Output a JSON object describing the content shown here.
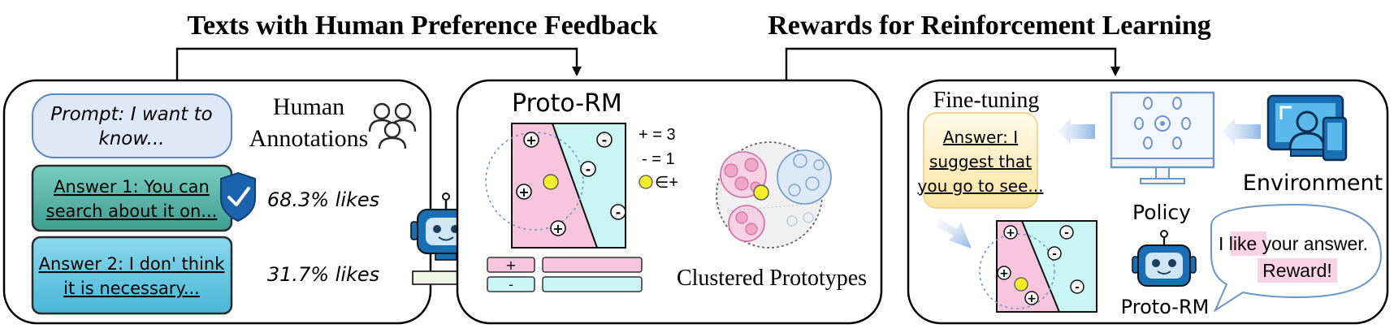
{
  "headers": {
    "left": "Texts with Human Preference Feedback",
    "right": "Rewards for Reinforcement Learning"
  },
  "panel1": {
    "prompt": [
      "Prompt: I want to",
      "know..."
    ],
    "human_label": [
      "Human",
      "Annotations"
    ],
    "answer1": [
      "Answer 1: You can",
      "search about it on..."
    ],
    "answer2": [
      "Answer 2: I don' think",
      "it is necessary..."
    ],
    "likes1": "68.3% likes",
    "likes2": "31.7% likes"
  },
  "panel2": {
    "title": "Proto-RM",
    "legend": [
      "+ = 3",
      "- = 1",
      "∈+"
    ],
    "proto_plus": "+",
    "proto_minus": "-",
    "clustered": "Clustered Prototypes"
  },
  "panel3": {
    "finetuning": "Fine-tuning",
    "answer": [
      "Answer: I",
      "suggest that",
      "you go to see..."
    ],
    "policy": "Policy",
    "environment": "Environment",
    "proto_rm": "Proto-RM",
    "speech": {
      "line1_pre": "I ",
      "line1_hl": "like",
      "line1_post": " your answer.",
      "line2": "Reward!"
    }
  },
  "colors": {
    "pink": "#f7c6dd",
    "cyan": "#c9f5f5",
    "teal": "#4fb3a7",
    "sky": "#5bc4dd",
    "prompt_bg": "#dfe8f8",
    "robot": "#1a6fb4",
    "yellow": "#f5ed2c"
  }
}
